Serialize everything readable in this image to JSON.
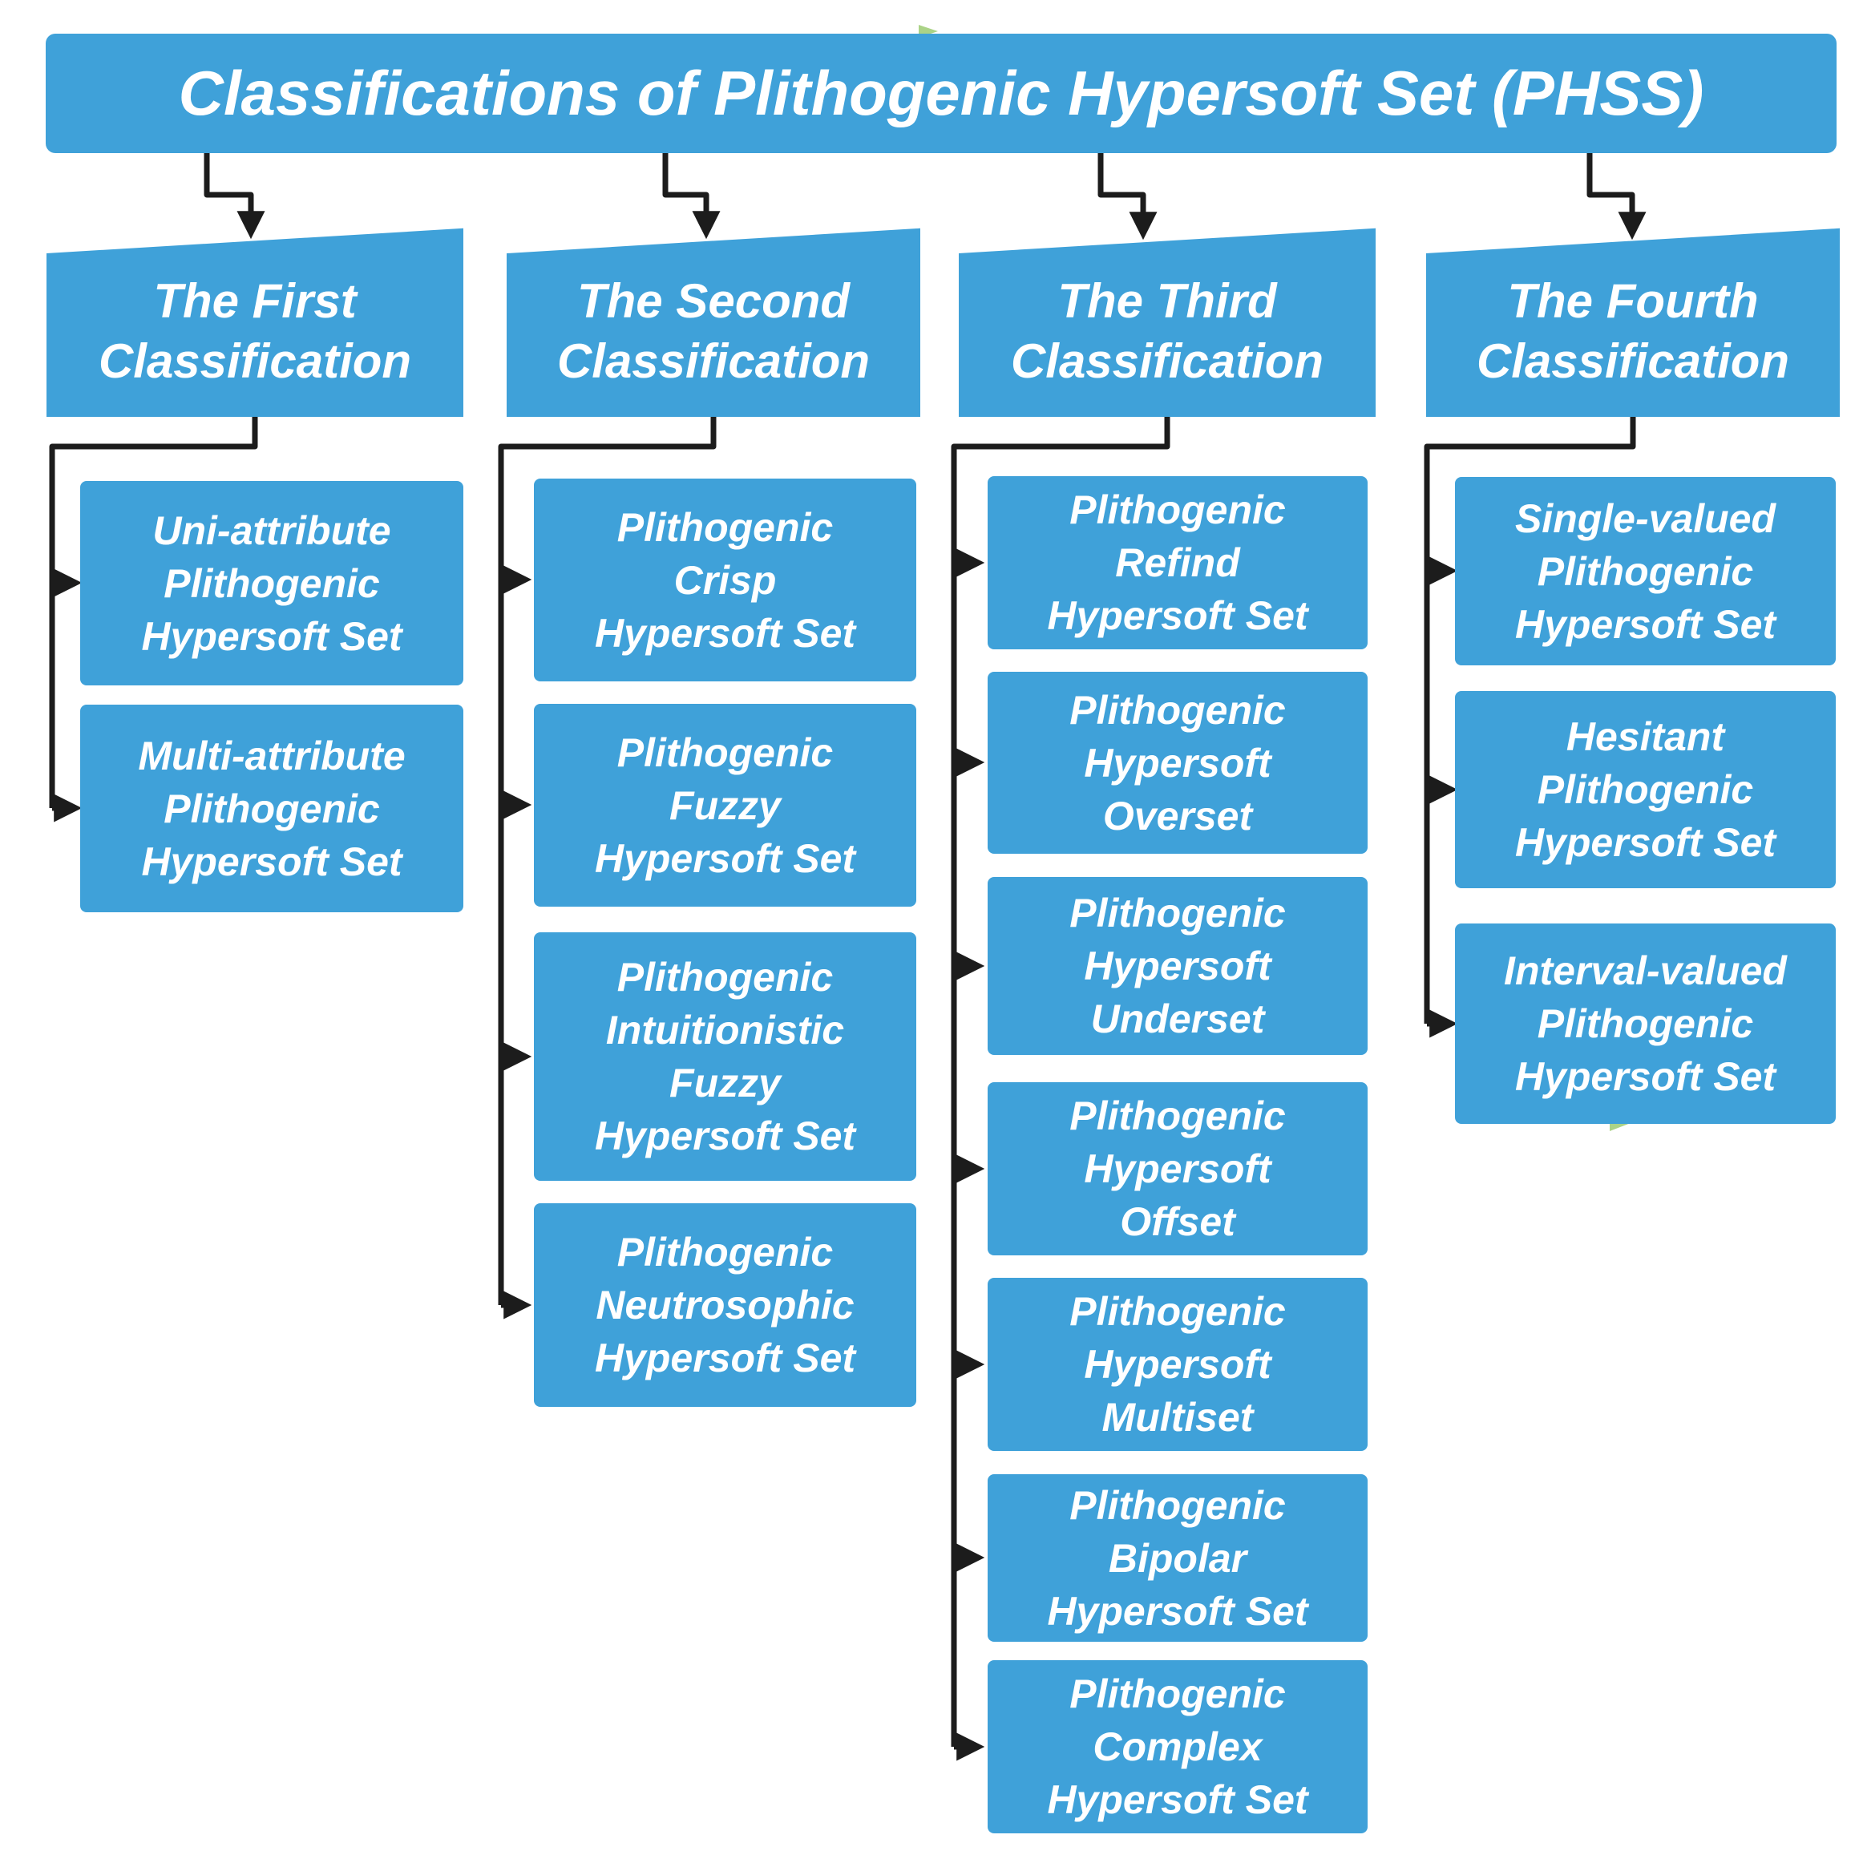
{
  "title": "Classifications of Plithogenic Hypersoft Set (PHSS)",
  "colors": {
    "box_blue": "#3FA1D9",
    "connector_black": "#1C1C1C",
    "text_white": "#FFFFFF",
    "artifact_green": "#ABD387"
  },
  "icons": {
    "top_marker": "green-right-triangle-icon",
    "bottom_marker": "green-right-triangle-icon"
  },
  "columns": [
    {
      "header": "The First\nClassification",
      "items": [
        "Uni-attribute\nPlithogenic\nHypersoft Set",
        "Multi-attribute\nPlithogenic\nHypersoft Set"
      ]
    },
    {
      "header": "The Second\nClassification",
      "items": [
        "Plithogenic\nCrisp\nHypersoft Set",
        "Plithogenic\nFuzzy\nHypersoft Set",
        "Plithogenic\nIntuitionistic\nFuzzy\nHypersoft Set",
        "Plithogenic\nNeutrosophic\nHypersoft Set"
      ]
    },
    {
      "header": "The Third\nClassification",
      "items": [
        "Plithogenic\nRefind\nHypersoft Set",
        "Plithogenic\nHypersoft\nOverset",
        "Plithogenic\nHypersoft\nUnderset",
        "Plithogenic\nHypersoft\nOffset",
        "Plithogenic\nHypersoft\nMultiset",
        "Plithogenic\nBipolar\nHypersoft Set",
        "Plithogenic\nComplex\nHypersoft Set"
      ]
    },
    {
      "header": "The Fourth\nClassification",
      "items": [
        "Single-valued\nPlithogenic\nHypersoft Set",
        "Hesitant\nPlithogenic\nHypersoft Set",
        "Interval-valued\nPlithogenic\nHypersoft Set"
      ]
    }
  ]
}
